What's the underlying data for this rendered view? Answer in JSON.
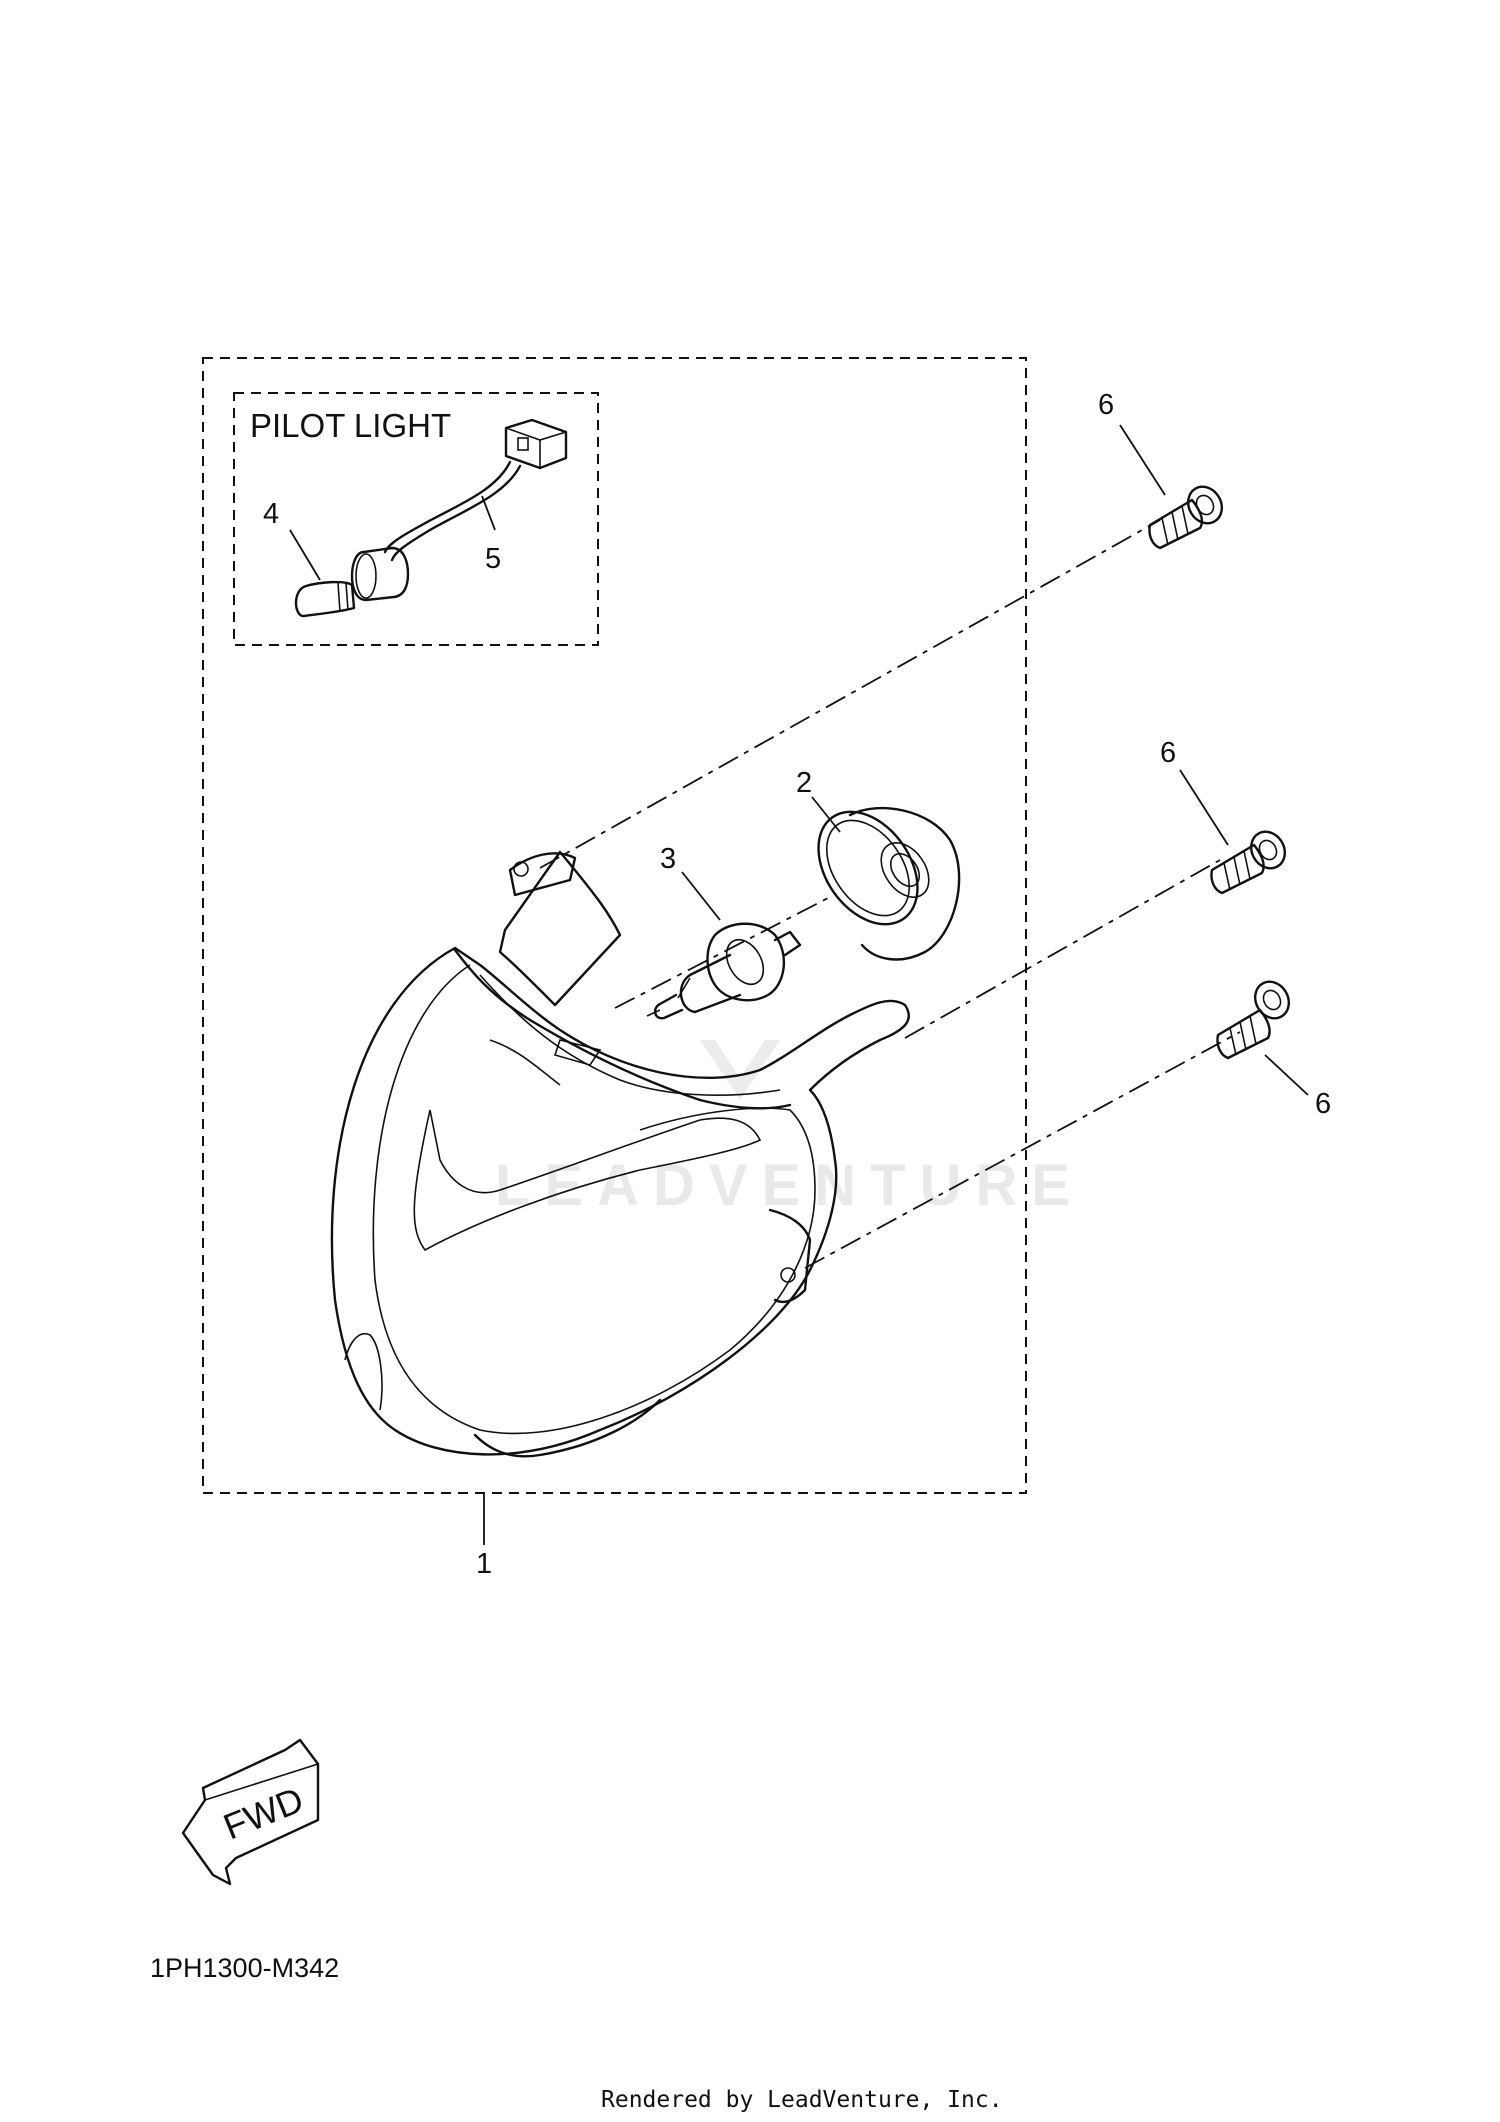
{
  "inset": {
    "title": "PILOT LIGHT"
  },
  "callouts": {
    "housing": "1",
    "bulb_socket": "2",
    "headlight_bulb": "3",
    "pilot_bulb": "4",
    "pilot_socket": "5",
    "screw_top": "6",
    "screw_middle": "6",
    "screw_bottom": "6"
  },
  "direction_badge": "FWD",
  "diagram_code": "1PH1300-M342",
  "watermark": "LEADVENTURE",
  "footer": "Rendered by LeadVenture, Inc."
}
